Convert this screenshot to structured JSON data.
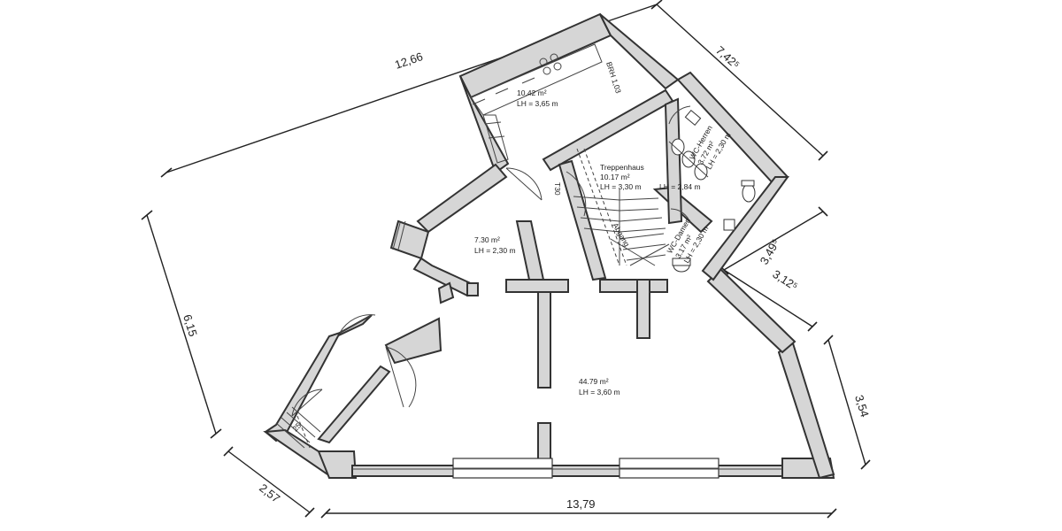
{
  "dimensions": {
    "top": "12,66",
    "top_right": "7,42⁵",
    "right_upper": "3,49⁵",
    "right_step": "3,12⁵",
    "right_lower": "3,54",
    "left": "6,15",
    "bottom_left": "2,57",
    "bottom": "13,79"
  },
  "rooms": {
    "kitchen": {
      "area": "10.42 m²",
      "height": "LH = 3,65 m"
    },
    "stair": {
      "name": "Treppenhaus",
      "area": "10.17 m²",
      "height": "LH = 3,30 m"
    },
    "stair_side": {
      "height": "LH = 2,84 m"
    },
    "wc_men": {
      "name": "WC-Herren",
      "area": "3.72 m²",
      "height": "LH = 2,30 m"
    },
    "wc_women": {
      "name": "WC-Damen",
      "area": "3.17 m²",
      "height": "LH = 2,30 m"
    },
    "hall": {
      "area": "7.30 m²",
      "height": "LH = 2,30 m"
    },
    "main": {
      "area": "44.79 m²",
      "height": "LH = 3,60 m"
    }
  },
  "labels": {
    "brh": "BRH 1,03",
    "door": "T30",
    "downstairs": "Abgang",
    "steps": "25"
  }
}
